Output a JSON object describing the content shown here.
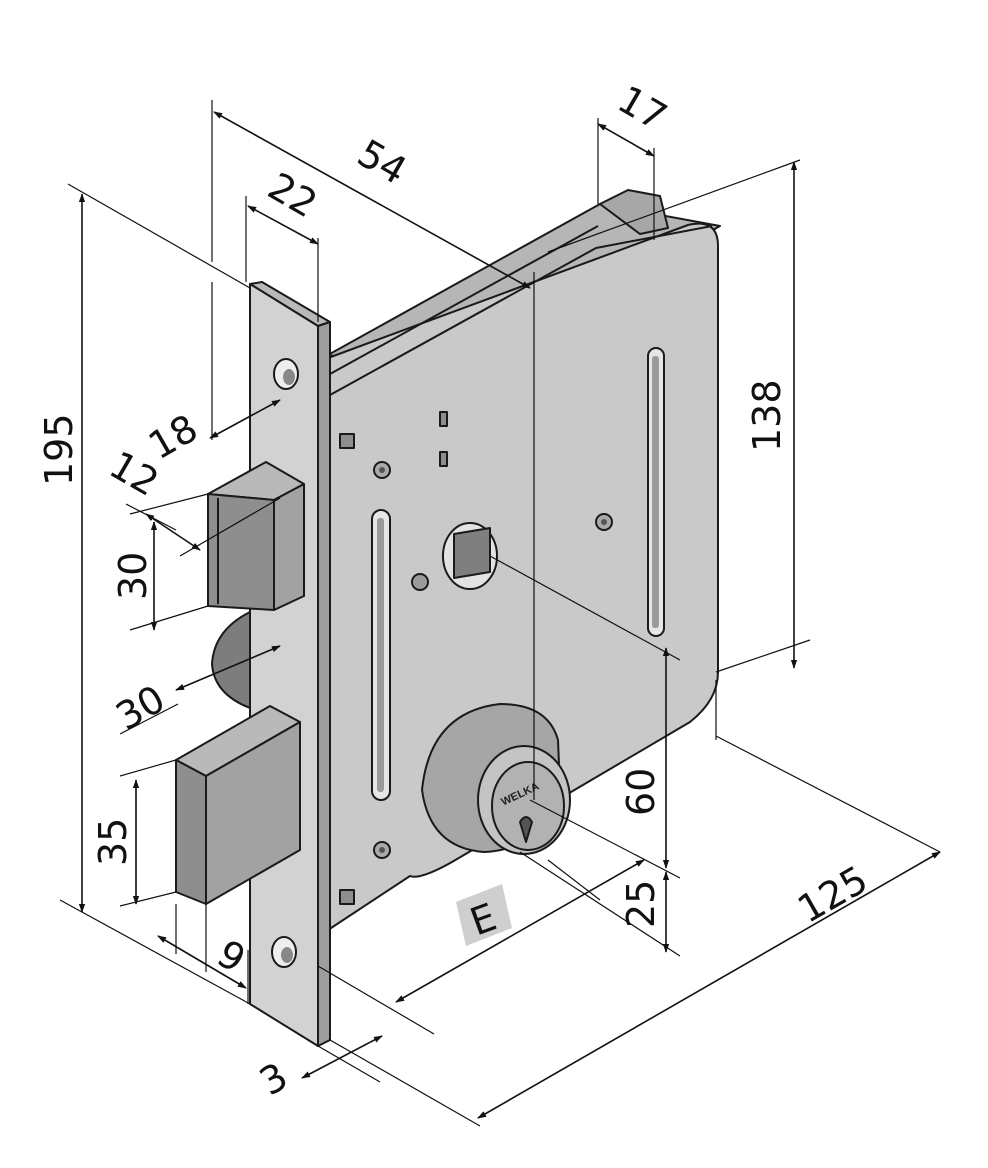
{
  "figure": {
    "brand": "WELKA",
    "label_e": "E",
    "colors": {
      "plate_face": "#c9c9c9",
      "plate_side": "#a7a7a7",
      "plate_top": "#b6b6b6",
      "front_plate": "#d2d2d2",
      "front_plate_side": "#9e9e9e",
      "bolt_front": "#8e8e8e",
      "bolt_top": "#b9b9b9",
      "bolt_side": "#a2a2a2",
      "cylinder": "#bdbdbd",
      "cylinder_dark": "#8f8f8f",
      "e_badge": "#cfcfcf",
      "lines": "#111111"
    }
  },
  "dimensions": {
    "d54": "54",
    "d17": "17",
    "d22": "22",
    "d195": "195",
    "d138": "138",
    "d18": "18",
    "d12": "12",
    "d30_latch": "30",
    "d30_gap": "30",
    "d35": "35",
    "d9": "9",
    "d60": "60",
    "d25": "25",
    "d125": "125",
    "d3": "3"
  }
}
